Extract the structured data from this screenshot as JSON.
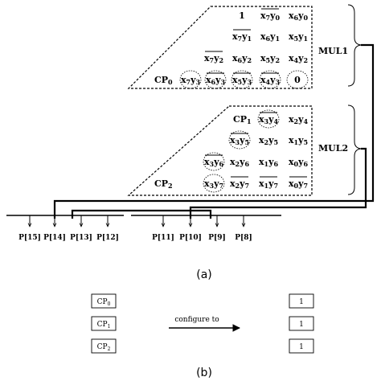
{
  "mul1": {
    "label": "MUL1",
    "rows": [
      [
        {
          "t": "1"
        },
        {
          "t": "x",
          "s1": "7",
          "t2": "y",
          "s2": "0",
          "bar": true
        },
        {
          "t": "x",
          "s1": "6",
          "t2": "y",
          "s2": "0"
        }
      ],
      [
        {
          "t": "x",
          "s1": "7",
          "t2": "y",
          "s2": "1",
          "bar": true
        },
        {
          "t": "x",
          "s1": "6",
          "t2": "y",
          "s2": "1"
        },
        {
          "t": "x",
          "s1": "5",
          "t2": "y",
          "s2": "1"
        }
      ],
      [
        {
          "t": "x",
          "s1": "7",
          "t2": "y",
          "s2": "2",
          "bar": true
        },
        {
          "t": "x",
          "s1": "6",
          "t2": "y",
          "s2": "2"
        },
        {
          "t": "x",
          "s1": "5",
          "t2": "y",
          "s2": "2"
        },
        {
          "t": "x",
          "s1": "4",
          "t2": "y",
          "s2": "2"
        }
      ],
      [
        {
          "t": "x",
          "s1": "7",
          "t2": "y",
          "s2": "3",
          "circ": true
        },
        {
          "t": "x",
          "s1": "6",
          "t2": "y",
          "s2": "3",
          "bar": true,
          "circ": true
        },
        {
          "t": "x",
          "s1": "5",
          "t2": "y",
          "s2": "3",
          "bar": true,
          "circ": true
        },
        {
          "t": "x",
          "s1": "4",
          "t2": "y",
          "s2": "3",
          "bar": true,
          "circ": true
        },
        {
          "t": "0",
          "circ": true
        }
      ]
    ],
    "cp": {
      "t": "CP",
      "s": "0"
    }
  },
  "mul2": {
    "label": "MUL2",
    "rows": [
      [
        {
          "t": "x",
          "s1": "3",
          "t2": "y",
          "s2": "4",
          "bar": true,
          "circ": true
        },
        {
          "t": "x",
          "s1": "2",
          "t2": "y",
          "s2": "4"
        }
      ],
      [
        {
          "t": "x",
          "s1": "3",
          "t2": "y",
          "s2": "5",
          "bar": true,
          "circ": true
        },
        {
          "t": "x",
          "s1": "2",
          "t2": "y",
          "s2": "5"
        },
        {
          "t": "x",
          "s1": "1",
          "t2": "y",
          "s2": "5"
        }
      ],
      [
        {
          "t": "x",
          "s1": "3",
          "t2": "y",
          "s2": "6",
          "bar": true,
          "circ": true
        },
        {
          "t": "x",
          "s1": "2",
          "t2": "y",
          "s2": "6"
        },
        {
          "t": "x",
          "s1": "1",
          "t2": "y",
          "s2": "6"
        },
        {
          "t": "x",
          "s1": "0",
          "t2": "y",
          "s2": "6"
        }
      ],
      [
        {
          "t": "x",
          "s1": "3",
          "t2": "y",
          "s2": "7",
          "circ": true
        },
        {
          "t": "x",
          "s1": "2",
          "t2": "y",
          "s2": "7",
          "bar": true
        },
        {
          "t": "x",
          "s1": "1",
          "t2": "y",
          "s2": "7",
          "bar": true
        },
        {
          "t": "x",
          "s1": "0",
          "t2": "y",
          "s2": "7",
          "bar": true
        }
      ]
    ],
    "cp1": {
      "t": "CP",
      "s": "1"
    },
    "cp2": {
      "t": "CP",
      "s": "2"
    }
  },
  "outputs_high": [
    "P[15]",
    "P[14]",
    "P[13]",
    "P[12]"
  ],
  "outputs_low": [
    "P[11]",
    "P[10]",
    "P[9]",
    "P[8]"
  ],
  "caption_a": "(a)",
  "config": {
    "inputs": [
      {
        "t": "CP",
        "s": "0"
      },
      {
        "t": "CP",
        "s": "1"
      },
      {
        "t": "CP",
        "s": "2"
      }
    ],
    "arrow_label": "configure to",
    "outputs": [
      "1",
      "1",
      "1"
    ]
  },
  "caption_b": "(b)"
}
